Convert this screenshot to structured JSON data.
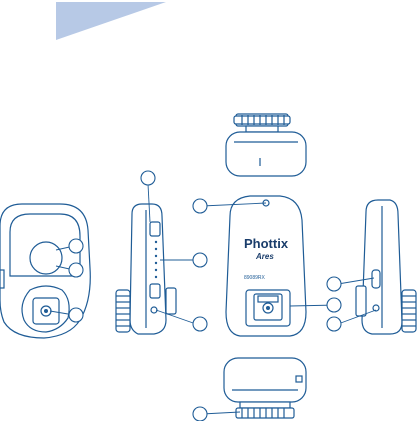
{
  "header_tab": {
    "color": "#b7c9e6"
  },
  "colors": {
    "line": "#1f5c96",
    "dark": "#1a3d6b",
    "fill": "#ffffff"
  },
  "device": {
    "brand": "Phottix",
    "model": "Ares",
    "model_number": "89089RX"
  },
  "views": [
    "top",
    "back",
    "left-side",
    "front",
    "right-side",
    "bottom"
  ],
  "callouts": [
    {
      "id": "c1",
      "label": ""
    },
    {
      "id": "c2",
      "label": ""
    },
    {
      "id": "c3",
      "label": ""
    },
    {
      "id": "c4",
      "label": ""
    },
    {
      "id": "c5",
      "label": ""
    },
    {
      "id": "c6",
      "label": ""
    },
    {
      "id": "c7",
      "label": ""
    },
    {
      "id": "c8",
      "label": ""
    },
    {
      "id": "c9",
      "label": ""
    },
    {
      "id": "c10",
      "label": ""
    },
    {
      "id": "c11",
      "label": ""
    },
    {
      "id": "c12",
      "label": ""
    }
  ]
}
